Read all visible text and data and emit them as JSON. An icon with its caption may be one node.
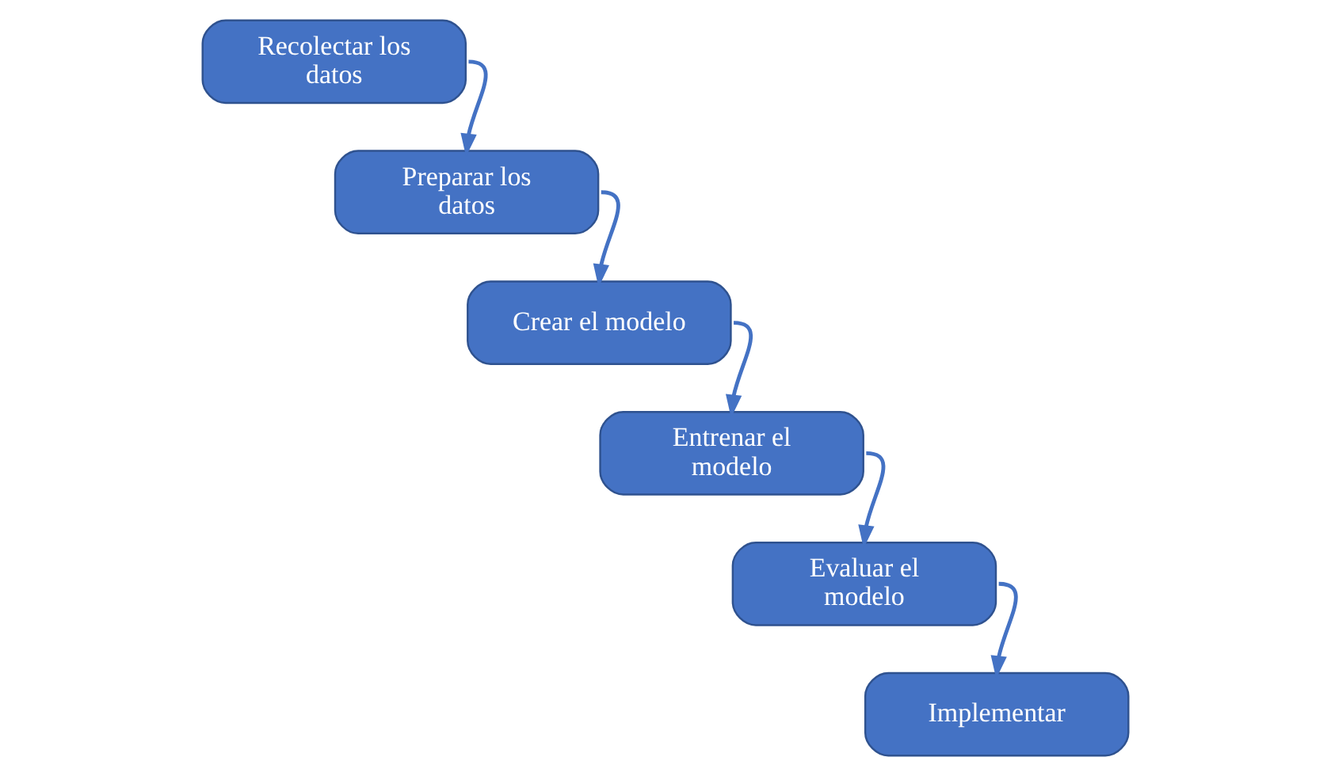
{
  "diagram": {
    "nodes": [
      {
        "text": [
          "Recolectar los datos"
        ]
      },
      {
        "text": [
          "Preparar los datos"
        ]
      },
      {
        "text": [
          "Crear el modelo"
        ]
      },
      {
        "text": [
          "Entrenar el modelo"
        ]
      },
      {
        "text": [
          "Evaluar el modelo"
        ]
      },
      {
        "text": [
          "Implementar"
        ]
      }
    ],
    "edges": [
      {
        "from": 0,
        "to": 1,
        "arrow": "to"
      },
      {
        "from": 1,
        "to": 2,
        "arrow": "to"
      },
      {
        "from": 2,
        "to": 3,
        "arrow": "to"
      },
      {
        "from": 3,
        "to": 4,
        "arrow": "to"
      },
      {
        "from": 4,
        "to": 5,
        "arrow": "to"
      }
    ]
  }
}
